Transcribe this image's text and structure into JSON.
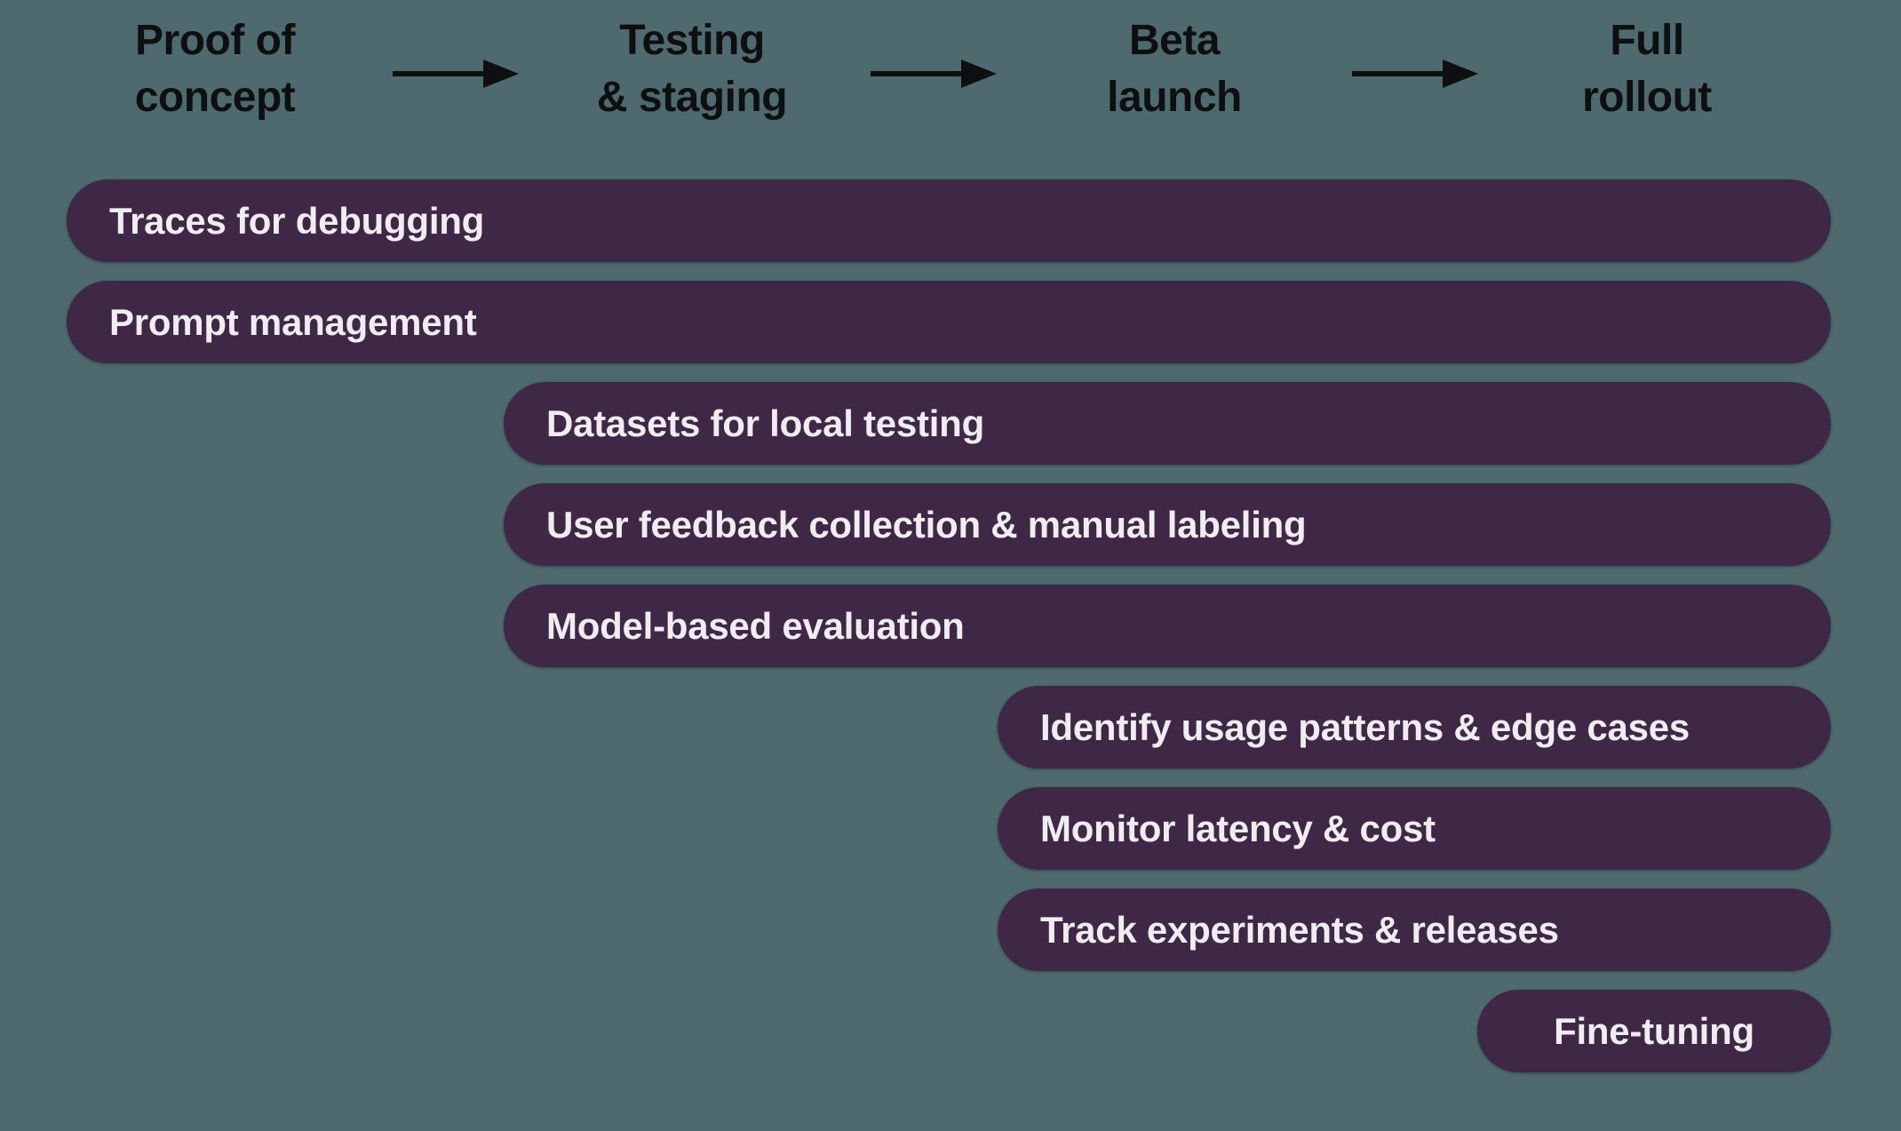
{
  "colors": {
    "background": "#4e6a6e",
    "bar": "#3e2845",
    "bar_text": "#f0ecf1",
    "header_text": "#0e0f11",
    "arrow": "#0e0f11"
  },
  "stages": [
    {
      "label": "Proof of\nconcept"
    },
    {
      "label": "Testing\n& staging"
    },
    {
      "label": "Beta\nlaunch"
    },
    {
      "label": "Full\nrollout"
    }
  ],
  "bars": [
    {
      "label": "Traces for debugging",
      "start_stage": "Proof of concept",
      "end_stage": "Full rollout"
    },
    {
      "label": "Prompt management",
      "start_stage": "Proof of concept",
      "end_stage": "Full rollout"
    },
    {
      "label": "Datasets for local testing",
      "start_stage": "Testing & staging",
      "end_stage": "Full rollout"
    },
    {
      "label": "User feedback collection & manual labeling",
      "start_stage": "Testing & staging",
      "end_stage": "Full rollout"
    },
    {
      "label": "Model-based evaluation",
      "start_stage": "Testing & staging",
      "end_stage": "Full rollout"
    },
    {
      "label": "Identify usage patterns & edge cases",
      "start_stage": "Beta launch",
      "end_stage": "Full rollout"
    },
    {
      "label": "Monitor latency & cost",
      "start_stage": "Beta launch",
      "end_stage": "Full rollout"
    },
    {
      "label": "Track experiments & releases",
      "start_stage": "Beta launch",
      "end_stage": "Full rollout"
    },
    {
      "label": "Fine-tuning",
      "start_stage": "Full rollout",
      "end_stage": "Full rollout"
    }
  ]
}
